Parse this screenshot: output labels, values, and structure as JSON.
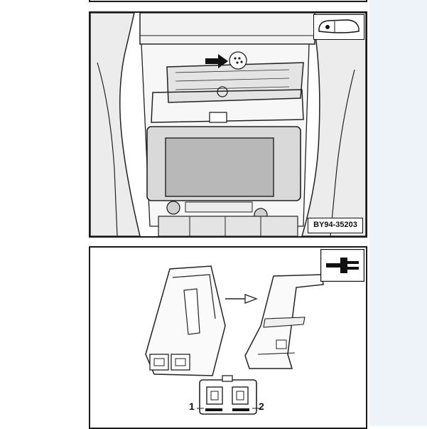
{
  "figure_1": {
    "label": "BY94-35203"
  },
  "figure_2": {
    "pin_labels": [
      "1",
      "2"
    ]
  },
  "icons": {
    "locator": "car-locator-icon",
    "connector": "electrical-connector-icon"
  },
  "colors": {
    "line": "#1a1a1a",
    "display": "#b8b8b8",
    "background_strip": "#eef3f9"
  }
}
